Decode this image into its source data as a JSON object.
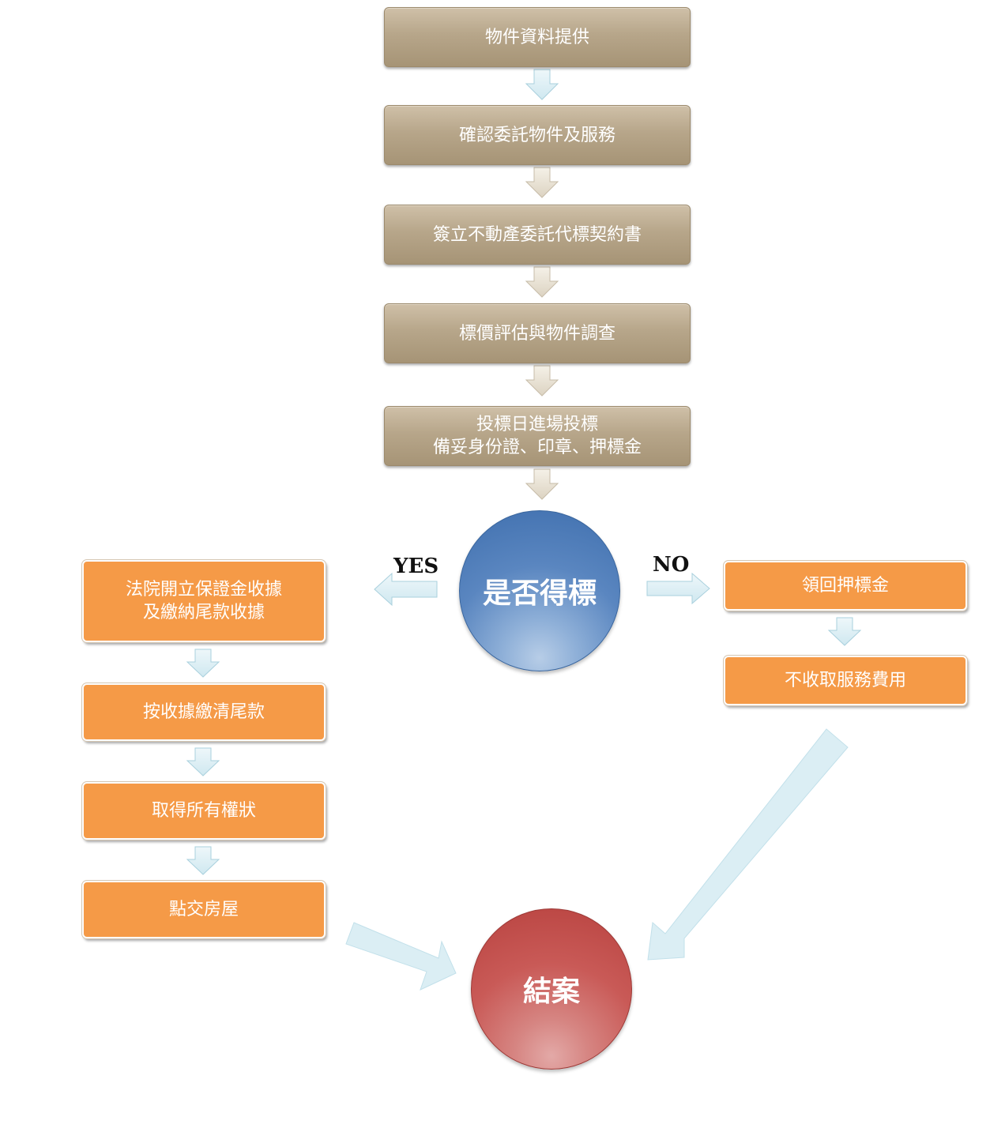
{
  "main_steps": [
    {
      "label": "物件資料提供"
    },
    {
      "label": "確認委託物件及服務"
    },
    {
      "label": "簽立不動產委託代標契約書"
    },
    {
      "label": "標價評估與物件調查"
    },
    {
      "label": "投標日進場投標",
      "label2": "備妥身份證、印章、押標金"
    }
  ],
  "decision": {
    "label": "是否得標"
  },
  "yes_branch": {
    "label": "YES",
    "steps": [
      {
        "label": "法院開立保證金收據",
        "label2": "及繳納尾款收據"
      },
      {
        "label": "按收據繳清尾款"
      },
      {
        "label": "取得所有權狀"
      },
      {
        "label": "點交房屋"
      }
    ]
  },
  "no_branch": {
    "label": "NO",
    "steps": [
      {
        "label": "領回押標金"
      },
      {
        "label": "不收取服務費用"
      }
    ]
  },
  "end": {
    "label": "結案"
  },
  "colors": {
    "main_box": "#b7a68a",
    "branch_box": "#f59a47",
    "decision_circle": "#4f81bd",
    "end_circle": "#c0504d",
    "arrow_light": "#dbeef4",
    "arrow_tan": "#ece6d9"
  }
}
